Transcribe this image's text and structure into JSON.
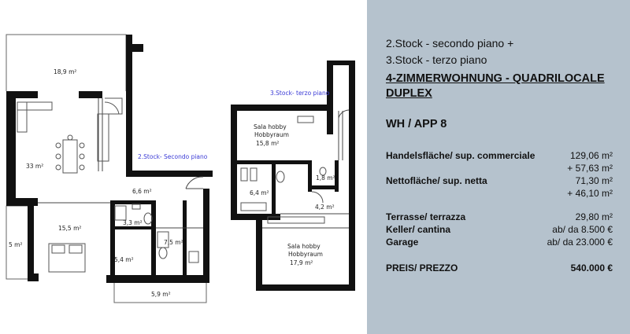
{
  "floors": {
    "lower_label": "2.Stock- Secondo piano",
    "upper_label": "3.Stock- terzo piano"
  },
  "rooms": {
    "terrace_top": "18,9 m²",
    "living": "33 m²",
    "hall": "6,6 m²",
    "bath_a": "3,3 m²",
    "bedroom": "15,5 m²",
    "bath_b": "7,5 m²",
    "bath_c": "5,4 m²",
    "balcony_left": "5 m²",
    "balcony_bottom": "5,9 m²",
    "hobby_top_name1": "Sala hobby",
    "hobby_top_name2": "Hobbyraum",
    "hobby_top_area": "15,8 m²",
    "bath_upper": "6,4 m²",
    "wc_upper": "1,8 m²",
    "corridor_upper": "4,2 m²",
    "hobby_bottom_name1": "Sala hobby",
    "hobby_bottom_name2": "Hobbyraum",
    "hobby_bottom_area": "17,9 m²"
  },
  "info": {
    "line1": "2.Stock - secondo piano +",
    "line2": "3.Stock - terzo piano",
    "title1": "4-ZIMMERWOHNUNG - QUADRILOCALE",
    "title2": "DUPLEX",
    "apartment": "WH / APP 8",
    "commercial_label": "Handelsfläche/ sup. commerciale",
    "commercial_value1": "129,06 m²",
    "commercial_value2": "+ 57,63 m²",
    "net_label": "Nettofläche/ sup. netta",
    "net_value1": "71,30 m²",
    "net_value2": "+ 46,10 m²",
    "terrace_label": "Terrasse/ terrazza",
    "terrace_value": "29,80 m²",
    "cellar_label": "Keller/ cantina",
    "cellar_value": "ab/ da 8.500 €",
    "garage_label": "Garage",
    "garage_value": "ab/ da 23.000 €",
    "price_label": "PREIS/ PREZZO",
    "price_value": "540.000 €"
  }
}
